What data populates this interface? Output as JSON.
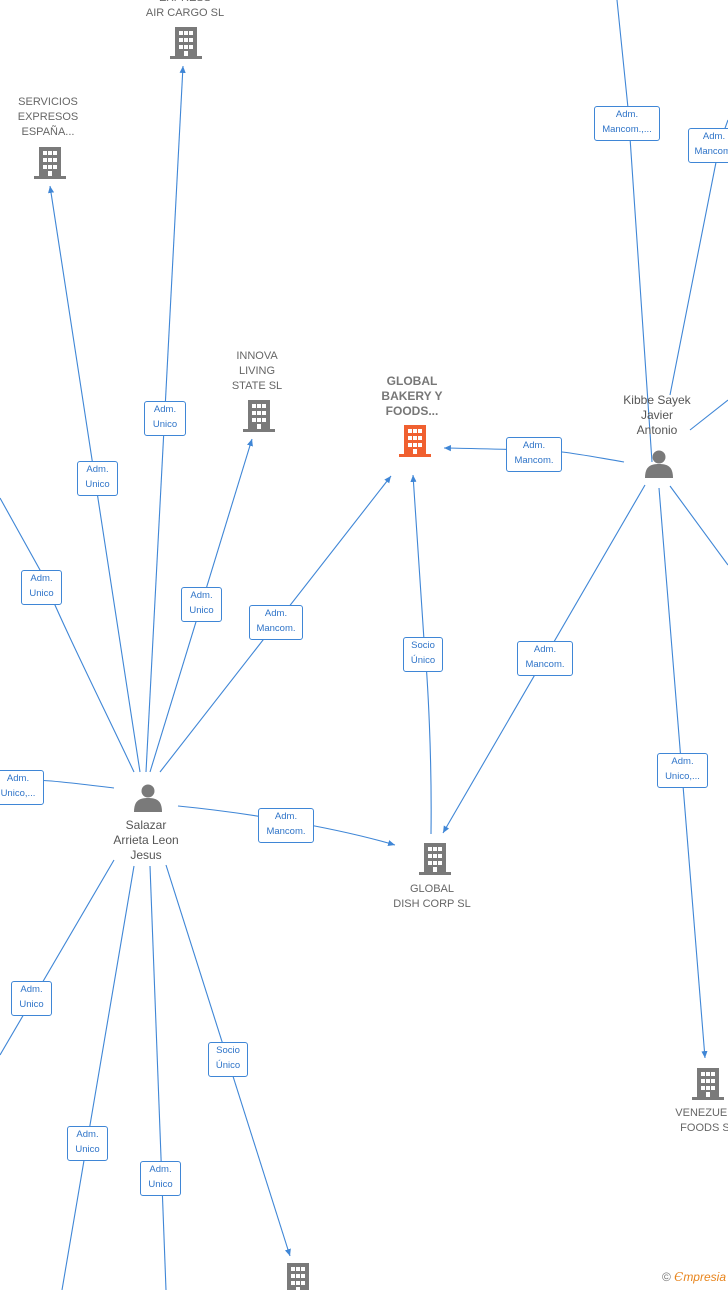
{
  "nodes": {
    "air_cargo": {
      "label": "EXPRESS\nAIR CARGO  SL",
      "kind": "company"
    },
    "servicios": {
      "label": "SERVICIOS\nEXPRESOS\nESPAÑA...",
      "kind": "company"
    },
    "innova": {
      "label": "INNOVA\nLIVING\nSTATE  SL",
      "kind": "company"
    },
    "global_bakery": {
      "label": "GLOBAL\nBAKERY Y\nFOODS...",
      "kind": "company-focus"
    },
    "kibbe": {
      "label": "Kibbe Sayek\nJavier\nAntonio",
      "kind": "person"
    },
    "salazar": {
      "label": "Salazar\nArrieta Leon\nJesus",
      "kind": "person"
    },
    "global_dish": {
      "label": "GLOBAL\nDISH CORP  SL",
      "kind": "company"
    },
    "venezuela": {
      "label": "VENEZUELA\nFOODS  SL",
      "kind": "company"
    },
    "bottom_company": {
      "label": "",
      "kind": "company"
    }
  },
  "edges": [
    {
      "id": "e1",
      "label": "Adm.\nMancom.,..."
    },
    {
      "id": "e2",
      "label": "Adm.\nMancom."
    },
    {
      "id": "e3",
      "label": "Adm.\nMancom."
    },
    {
      "id": "e4",
      "label": "Adm.\nUnico"
    },
    {
      "id": "e5",
      "label": "Adm.\nUnico"
    },
    {
      "id": "e6",
      "label": "Adm.\nUnico"
    },
    {
      "id": "e7",
      "label": "Adm.\nUnico"
    },
    {
      "id": "e8",
      "label": "Adm.\nMancom."
    },
    {
      "id": "e9",
      "label": "Socio\nÚnico"
    },
    {
      "id": "e10",
      "label": "Adm.\nMancom."
    },
    {
      "id": "e11",
      "label": "Adm.\nUnico,..."
    },
    {
      "id": "e12",
      "label": "Adm.\nUnico,..."
    },
    {
      "id": "e13",
      "label": "Adm.\nMancom."
    },
    {
      "id": "e14",
      "label": "Adm.\nUnico"
    },
    {
      "id": "e15",
      "label": "Socio\nÚnico"
    },
    {
      "id": "e16",
      "label": "Adm.\nUnico"
    },
    {
      "id": "e17",
      "label": "Adm.\nUnico"
    }
  ],
  "watermark": {
    "symbol": "©",
    "e": "Є",
    "brand": "mpresia"
  },
  "colors": {
    "edge": "#3f86d6",
    "node": "#7a7a7a",
    "focus": "#f06030"
  }
}
